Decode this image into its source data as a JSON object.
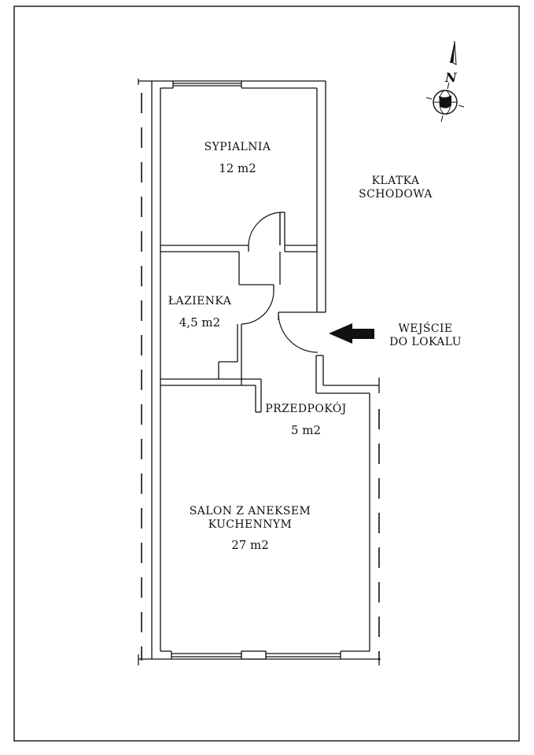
{
  "compass": {
    "letter": "N",
    "icon": "north-arrow-globe-icon"
  },
  "rooms": {
    "sypialnia": {
      "name": "SYPIALNIA",
      "area": "12 m2"
    },
    "lazienka": {
      "name": "ŁAZIENKA",
      "area": "4,5 m2"
    },
    "przedpokoj": {
      "name": "PRZEDPOKÓJ",
      "area": "5 m2"
    },
    "salon": {
      "name_line1": "SALON Z ANEKSEM",
      "name_line2": "KUCHENNYM",
      "area": "27 m2"
    }
  },
  "stairwell": {
    "line1": "KLATKA",
    "line2": "SCHODOWA"
  },
  "entrance": {
    "line1": "WEJŚCIE",
    "line2": "DO LOKALU",
    "icon": "entrance-arrow-icon"
  },
  "colors": {
    "ink": "#111111",
    "background": "#ffffff"
  }
}
